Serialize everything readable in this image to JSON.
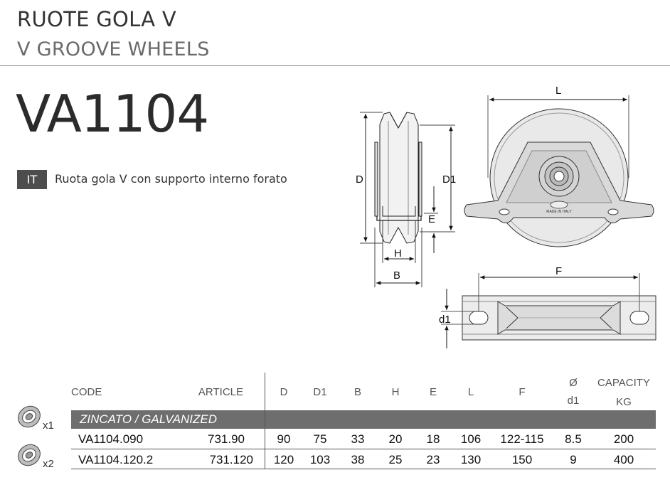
{
  "header": {
    "title_it": "RUOTE GOLA V",
    "title_en": "V GROOVE WHEELS"
  },
  "product": {
    "code": "VA1104",
    "lang_badge": "IT",
    "description": "Ruota gola V con supporto interno forato"
  },
  "drawing": {
    "labels": {
      "L": "L",
      "D": "D",
      "D1": "D1",
      "E": "E",
      "H": "H",
      "B": "B",
      "F": "F",
      "d1": "d1"
    },
    "stamp": "MADE IN ITALY"
  },
  "table": {
    "columns": {
      "code": "CODE",
      "article": "ARTICLE",
      "D": "D",
      "D1": "D1",
      "B": "B",
      "H": "H",
      "E": "E",
      "L": "L",
      "F": "F",
      "d1_symbol": "Ø",
      "d1": "d1",
      "capacity": "CAPACITY",
      "capacity_unit": "KG"
    },
    "section": "ZINCATO / GALVANIZED",
    "rows": [
      {
        "qty": "x1",
        "code": "VA1104.090",
        "article": "731.90",
        "D": "90",
        "D1": "75",
        "B": "33",
        "H": "20",
        "E": "18",
        "L": "106",
        "F": "122-115",
        "d1": "8.5",
        "capacity": "200"
      },
      {
        "qty": "x2",
        "code": "VA1104.120.2",
        "article": "731.120",
        "D": "120",
        "D1": "103",
        "B": "38",
        "H": "25",
        "E": "23",
        "L": "130",
        "F": "150",
        "d1": "9",
        "capacity": "400"
      }
    ]
  }
}
